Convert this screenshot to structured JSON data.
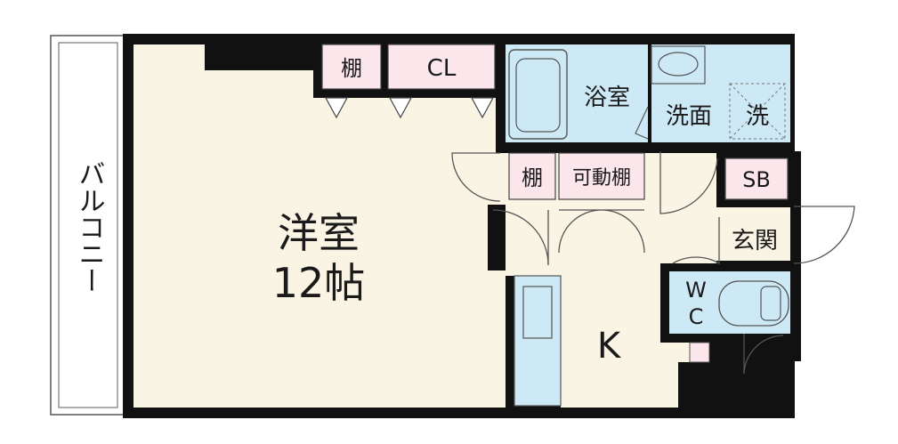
{
  "rooms": {
    "western_room": {
      "name": "洋室",
      "size": "12帖"
    },
    "kitchen": "K",
    "bathroom": "浴室",
    "washroom": "洗面",
    "washer": "洗",
    "toilet_top": "W",
    "toilet_bottom": "C",
    "entrance": "玄関",
    "shoe_box": "SB",
    "closet": "CL",
    "shelf_top": "棚",
    "shelf_mid": "棚",
    "movable_shelf": "可動棚",
    "balcony": "バルコニー"
  },
  "colors": {
    "wall": "#111111",
    "floor": "#f9f4e4",
    "wet_area": "#cde9f6",
    "storage": "#fbe6ec"
  }
}
